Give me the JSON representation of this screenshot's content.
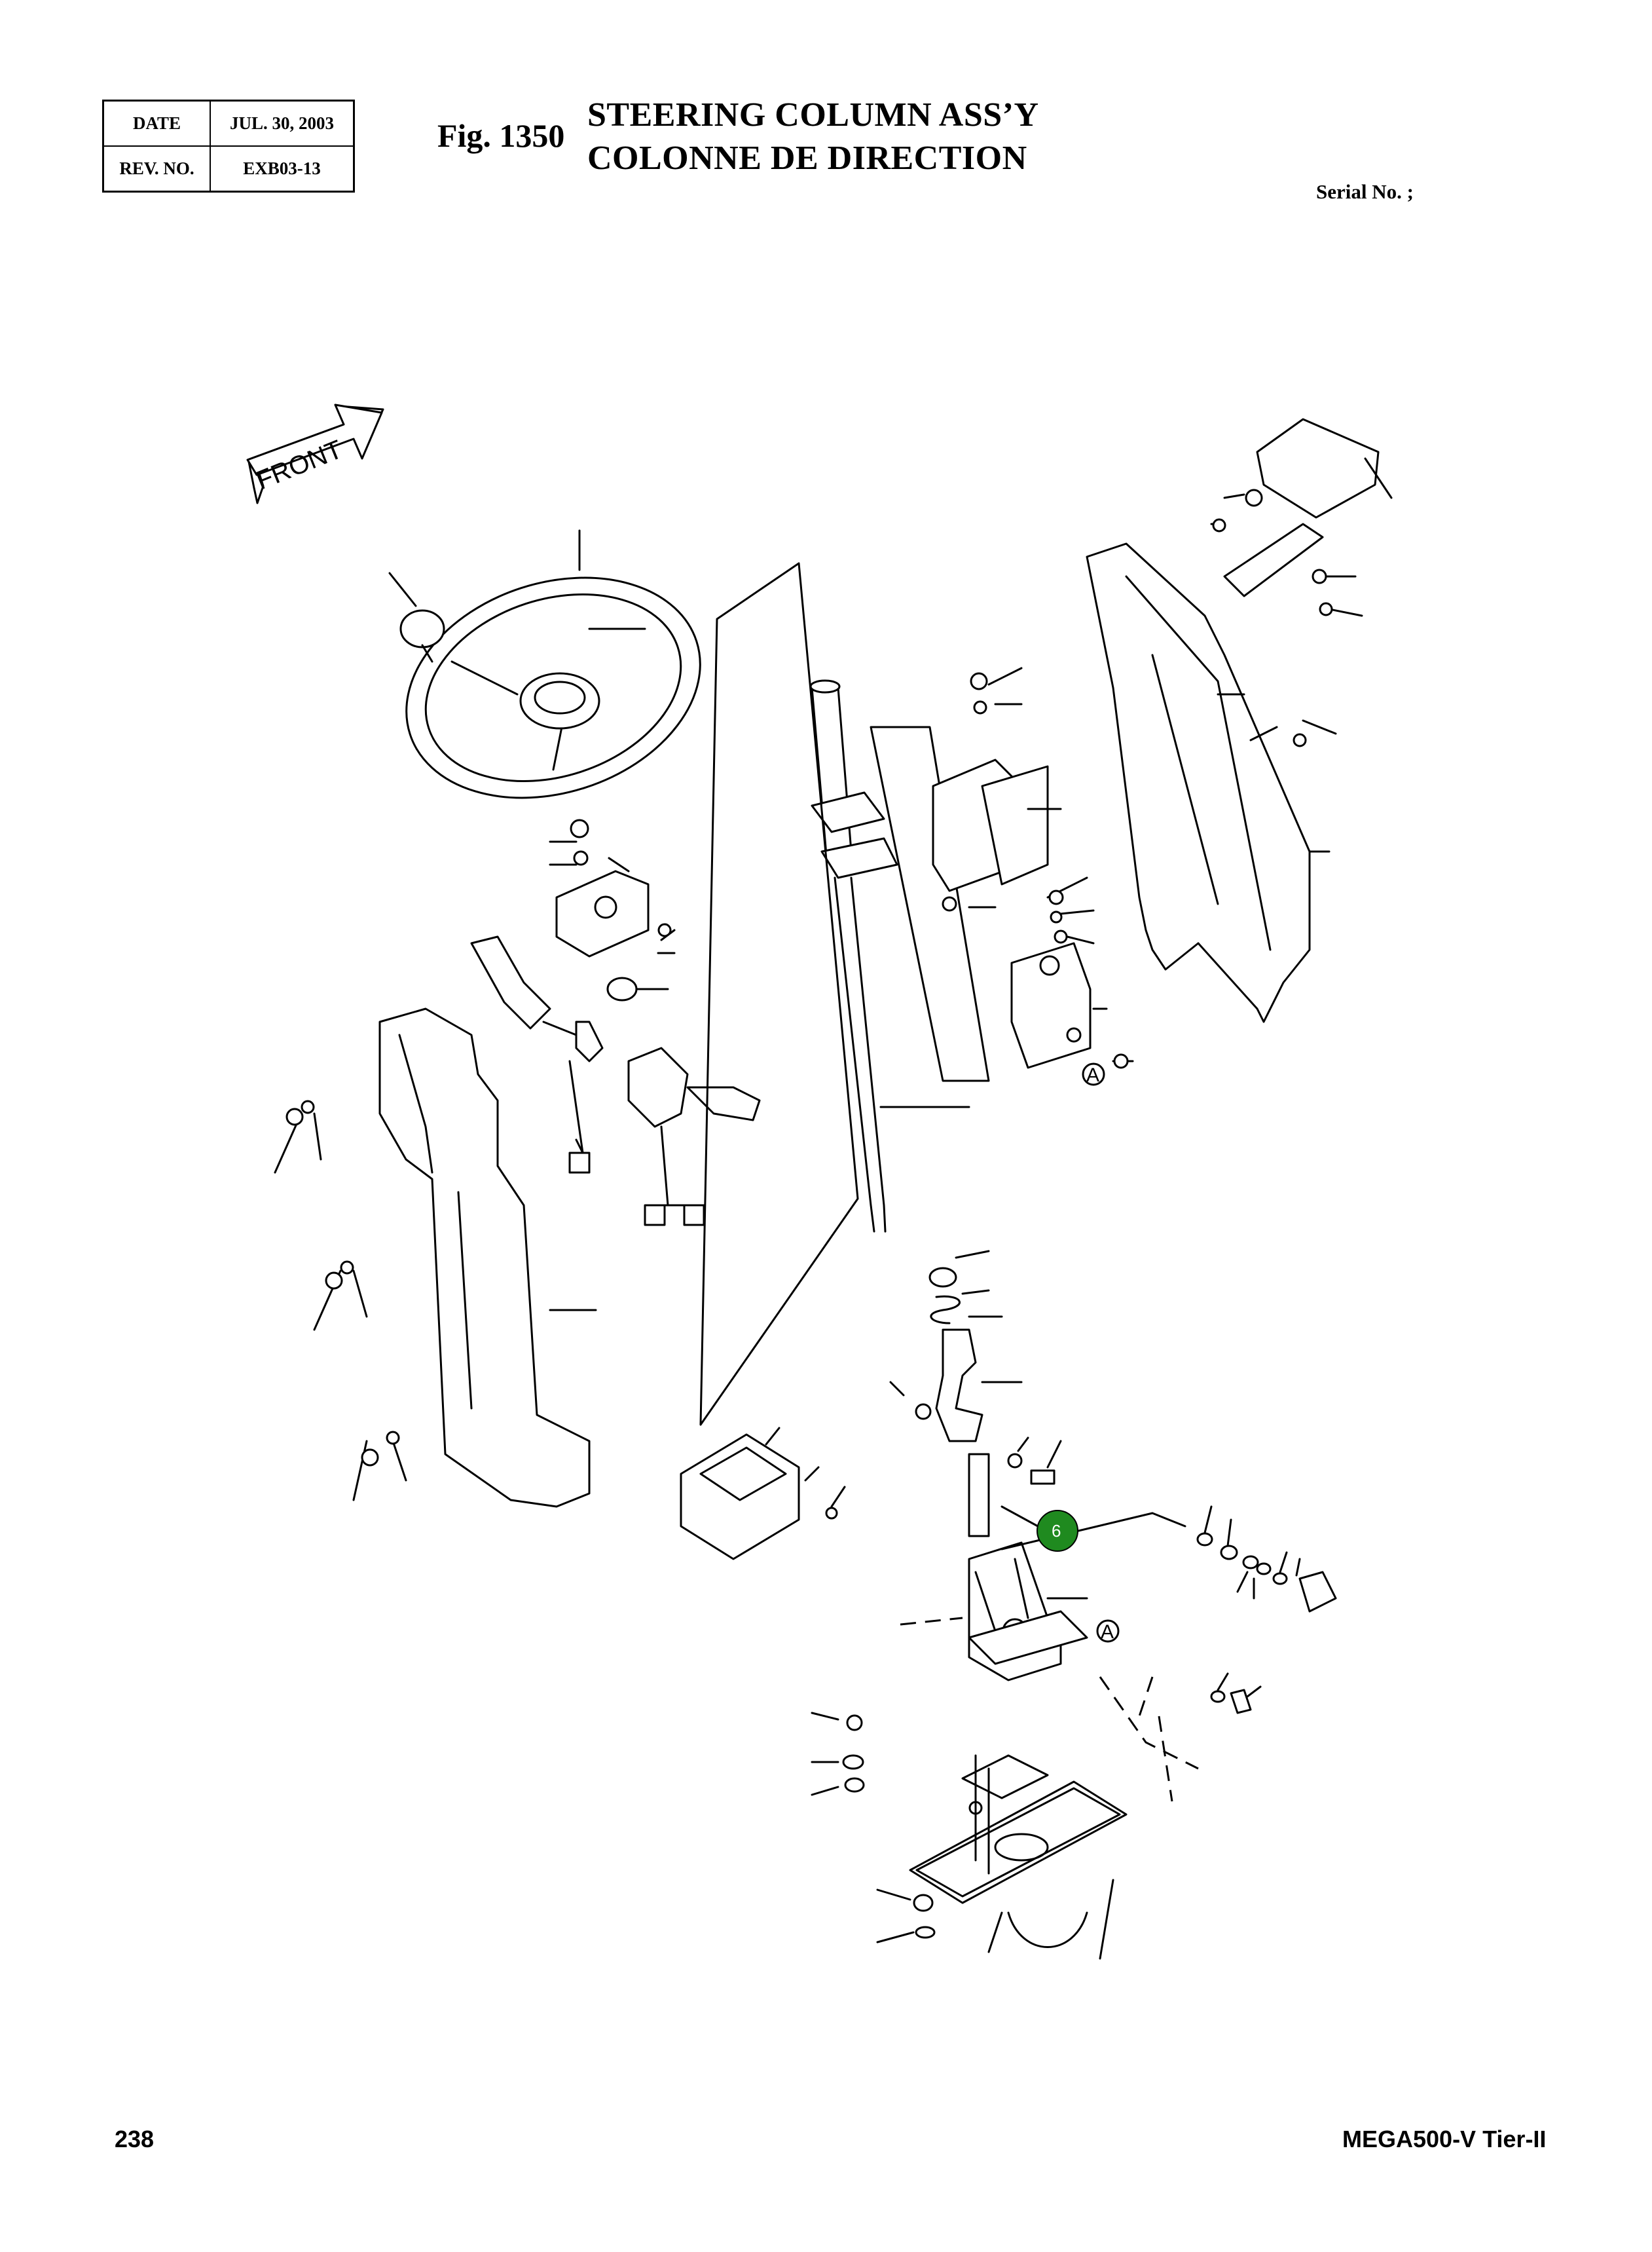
{
  "header": {
    "date_label": "DATE",
    "date_value": "JUL. 30, 2003",
    "rev_label": "REV. NO.",
    "rev_value": "EXB03-13",
    "figure_number": "Fig. 1350",
    "title_en": "STEERING COLUMN ASS’Y",
    "title_fr": "COLONNE DE DIRECTION",
    "serial_label": "Serial No. ;"
  },
  "diagram": {
    "front_arrow_label": "FRONT",
    "callouts": [
      {
        "label": "6",
        "color": "#1f8a1f"
      }
    ],
    "reference_marks": [
      {
        "label": "A"
      },
      {
        "label": "A"
      }
    ]
  },
  "footer": {
    "page_number": "238",
    "model": "MEGA500-V Tier-II"
  }
}
